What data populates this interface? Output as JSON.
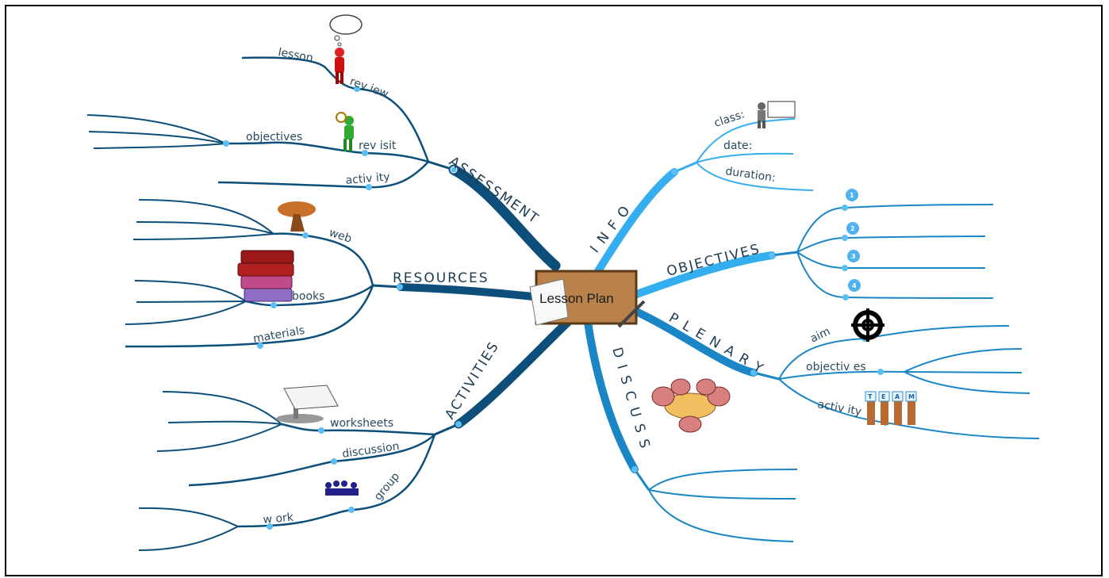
{
  "center": {
    "label": "Lesson Plan"
  },
  "branches": {
    "assessment": {
      "label": "ASSESSMENT",
      "children": {
        "review": "rev iew",
        "revisit": "rev isit",
        "activity": "activ ity",
        "lesson": "lesson",
        "objectives": "objectives"
      }
    },
    "resources": {
      "label": "RESOURCES",
      "children": {
        "web": "web",
        "books": "books",
        "materials": "materials"
      }
    },
    "activities": {
      "label": "ACTIVITIES",
      "children": {
        "worksheets": "worksheets",
        "discussion": "discussion",
        "group": "group",
        "work": "w ork"
      }
    },
    "info": {
      "label": "I N F O",
      "children": {
        "class": "class:",
        "date": "date:",
        "duration": "duration:"
      }
    },
    "objectives": {
      "label": "OBJECTIVES",
      "children": {
        "n1": "1",
        "n2": "2",
        "n3": "3",
        "n4": "4"
      }
    },
    "plenary": {
      "label": "P L E N A R Y",
      "children": {
        "aim": "aim",
        "objectives": "objectiv es",
        "activity": "activ ity"
      }
    },
    "discuss": {
      "label": "D I S C U S S"
    }
  },
  "team_letters": [
    "T",
    "E",
    "A",
    "M"
  ],
  "colors": {
    "dark_branch": "#0d4f7a",
    "light_branch": "#35aef0",
    "mid_branch": "#1b86c6",
    "center_box": "#b8824a"
  }
}
